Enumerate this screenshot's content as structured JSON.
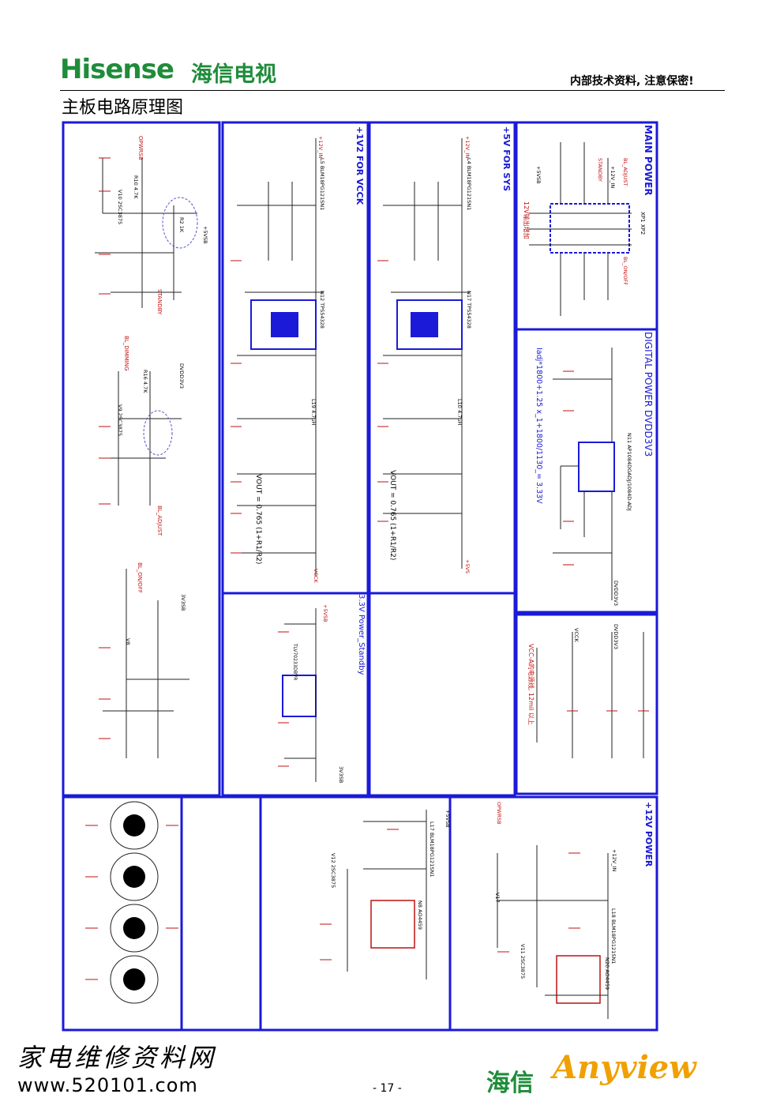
{
  "header": {
    "brand": "Hisense",
    "brand_cn": "海信电视",
    "confidential": "内部技术资料, 注意保密!",
    "doc_title": "主板电路原理图"
  },
  "sections": {
    "vcck": "+1V2 FOR VCCK",
    "sys": "+5V FOR SYS",
    "main_power": "MAIN POWER",
    "digital_power": "DIGITAL POWER DVDD3V3",
    "standby": "3.3V Power_Standby",
    "power12v": "+12V POWER"
  },
  "labels": {
    "vout_vcck": "VOUT = 0.765 (1+R1/R2)",
    "vout_sys": "VOUT = 0.765 (1+R1/R2)",
    "dvdd_formula": "Iadj*1800+1.25 x_1+1800/1130_= 3.33V",
    "dvdd_ic": "N11 AP1084DGADJ/1084D-ADJ",
    "ic_vcck": "N12 TPS54328",
    "ic_sys": "N17 TPS54328",
    "standby_ic": "TLV70233DBVR",
    "main_connector": "XP1 XP2",
    "note_12v": "12V输出增加",
    "note_vcc": "VCC-A的电源线, 12mil 以上"
  },
  "nets": {
    "v12_in": "+12V_IN",
    "v5sb": "+5VSB",
    "v5sys": "+5VS",
    "v3v3sb": "3V3SB",
    "dvdd": "DVDD3V3",
    "vcck": "VCCK",
    "standby": "STANDBY",
    "bl_on": "BL_ON/OFF",
    "bl_adjust": "BL_ADJUST",
    "bl_dimming": "BL_DIMMING",
    "opwrsb": "OPWRSB"
  },
  "parts": {
    "r10": "R10 4.7K",
    "r2": "R2 1K",
    "r16": "R16 4.7K",
    "l5": "L5 BLM18PG121SN1",
    "l4": "L4 BLM18PG121SN1",
    "l19": "L19 4.7uH",
    "l10": "L10 4.7uH",
    "l18": "L18 BLM18PG121SN1",
    "l17": "L17 BLM18PG121SN1",
    "v10": "V10 2SC3875",
    "v9": "V9 2SC3875",
    "v8": "V8",
    "v11": "V11 2SC3875",
    "v12": "V12 2SC3875",
    "v17": "V17",
    "n8": "N8 AO4459",
    "n20": "N20 AO4459"
  },
  "footer": {
    "site": "家电维修资料网",
    "url": "www.520101.com",
    "page": "- 17 -",
    "logo_cn": "海信",
    "logo_en": "Anyview"
  }
}
